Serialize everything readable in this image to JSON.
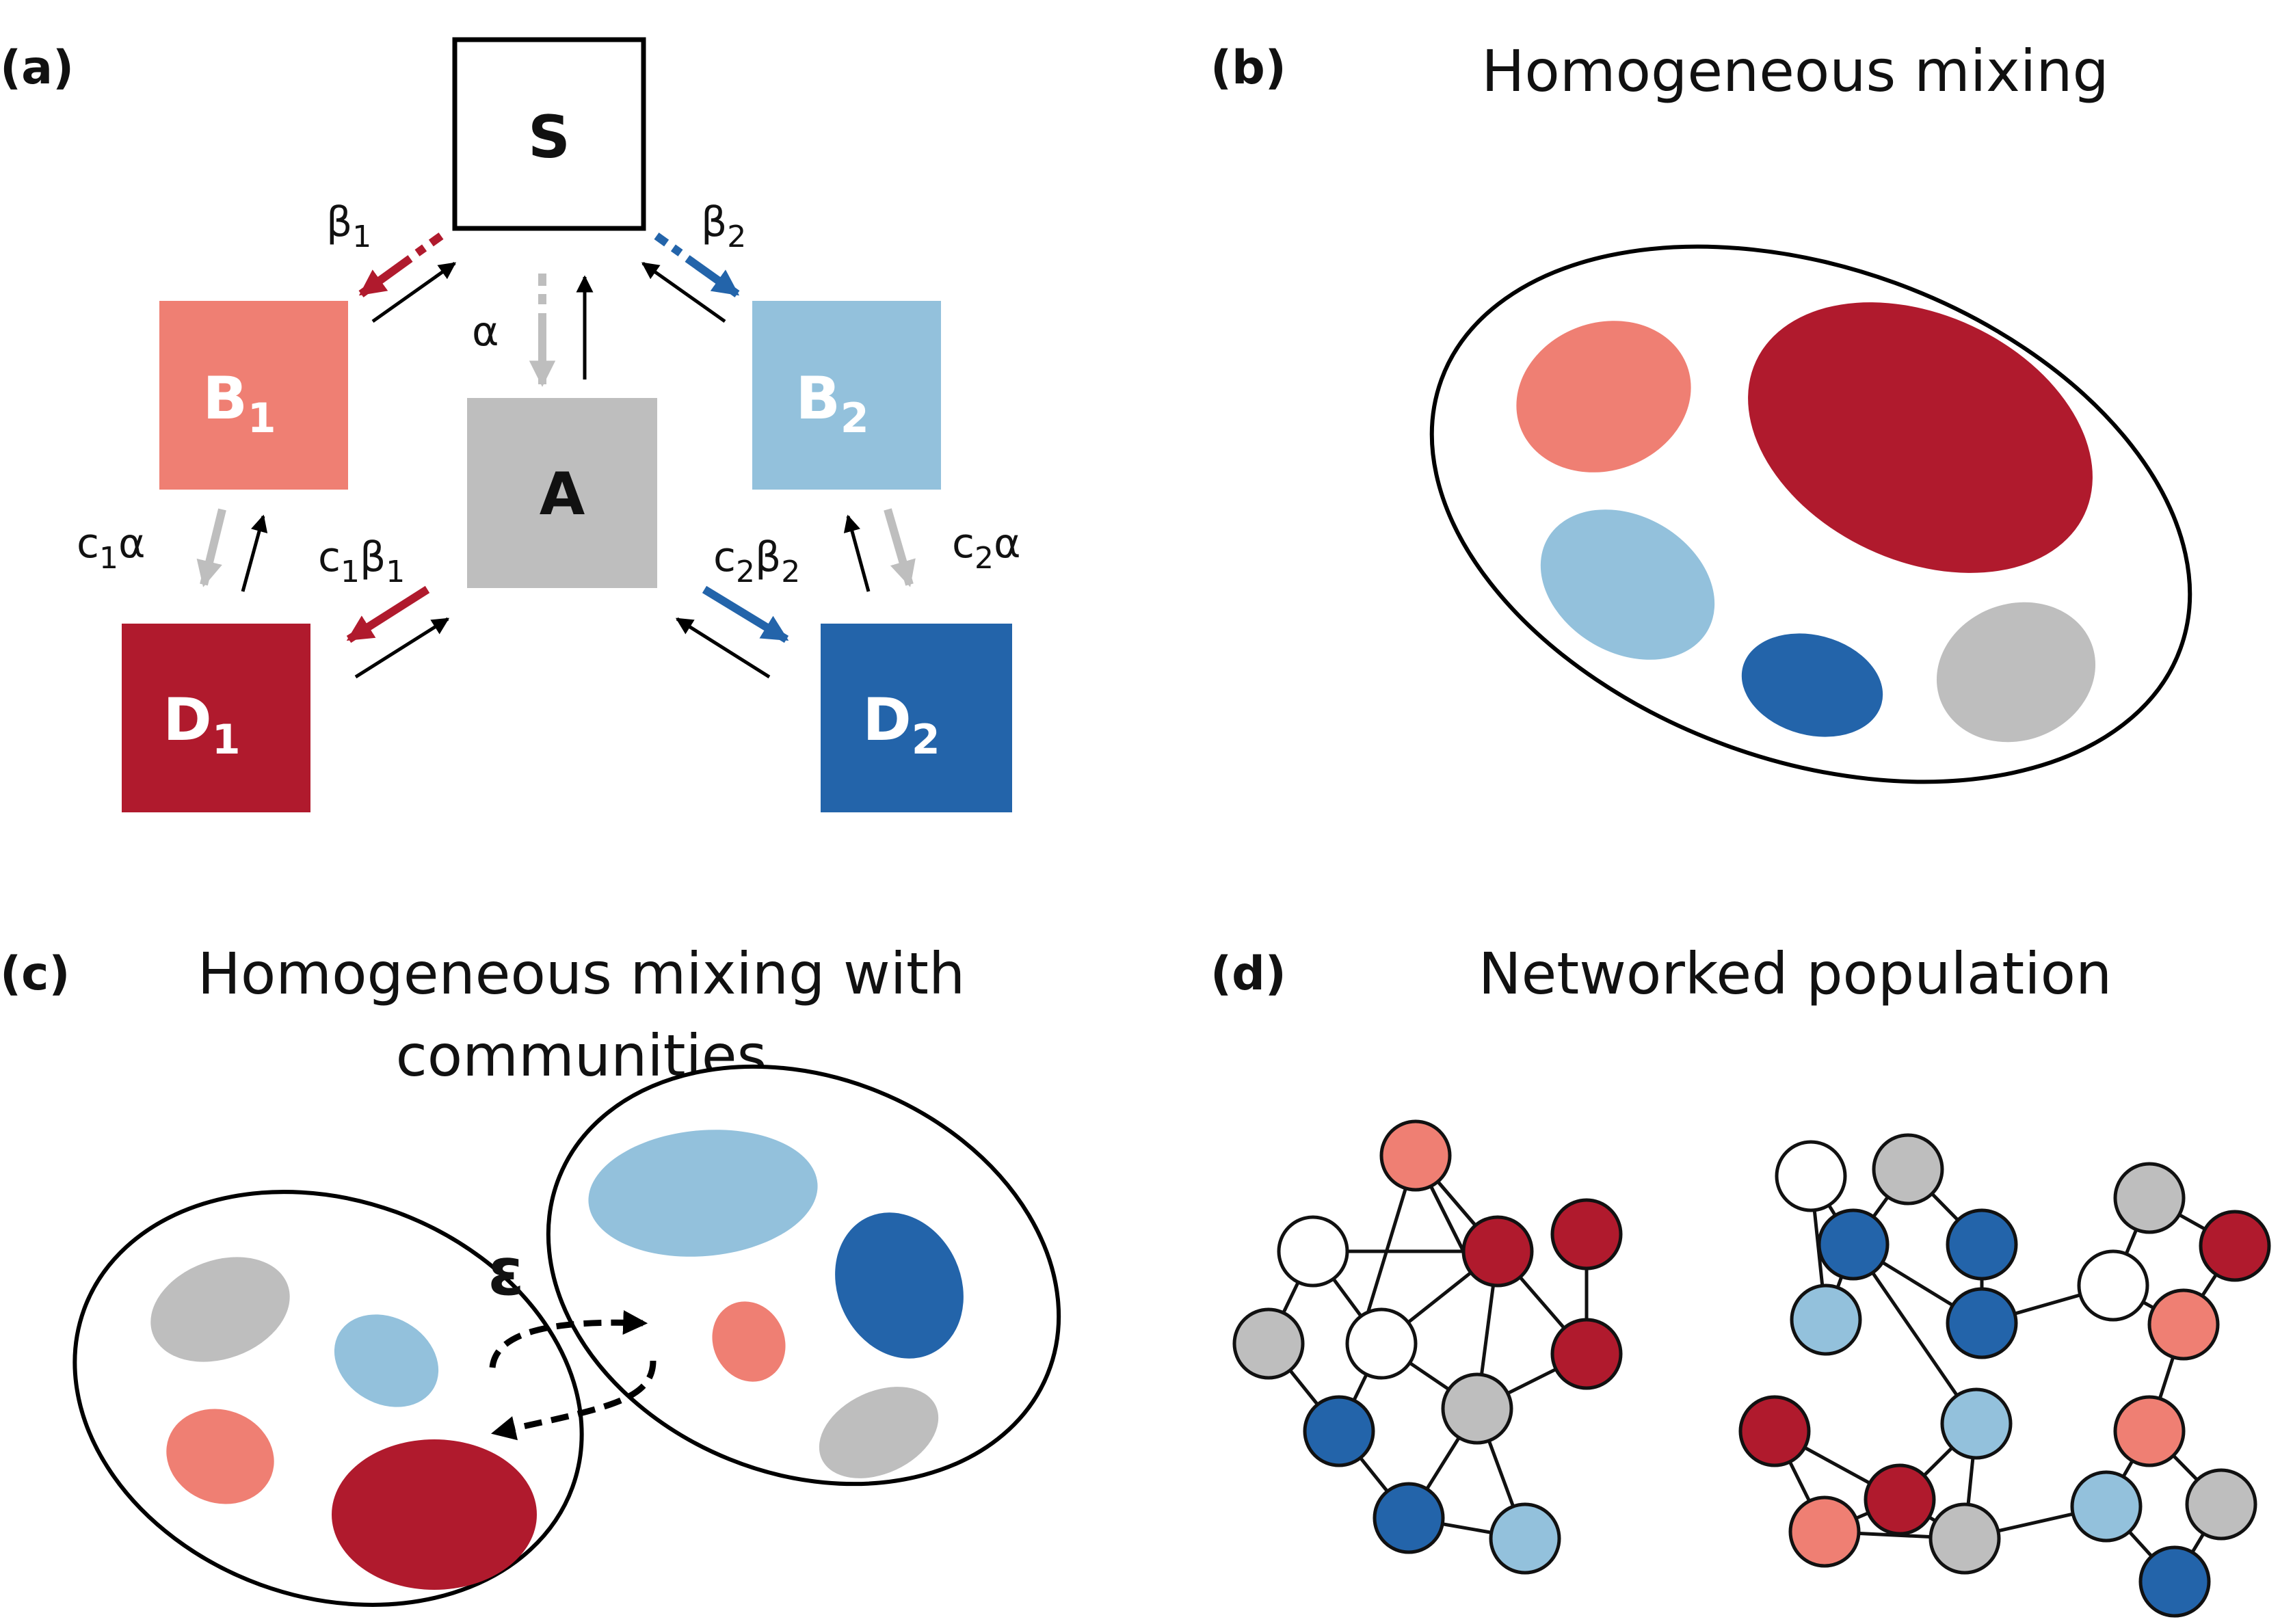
{
  "panels": {
    "a": {
      "letter": "(a)",
      "boxes": {
        "S": {
          "text": "S",
          "sub": ""
        },
        "A": {
          "text": "A",
          "sub": ""
        },
        "B1": {
          "text": "B",
          "sub": "1"
        },
        "B2": {
          "text": "B",
          "sub": "2"
        },
        "D1": {
          "text": "D",
          "sub": "1"
        },
        "D2": {
          "text": "D",
          "sub": "2"
        }
      },
      "rates": {
        "beta1": {
          "main": "β",
          "sub": "1"
        },
        "beta2": {
          "main": "β",
          "sub": "2"
        },
        "alpha": {
          "main": "α"
        },
        "c1alpha": {
          "a": "c",
          "sub": "1",
          "b": "α"
        },
        "c1beta1": {
          "a": "c",
          "sub": "1",
          "b": "β",
          "sub2": "1"
        },
        "c2beta2": {
          "a": "c",
          "sub": "2",
          "b": "β",
          "sub2": "2"
        },
        "c2alpha": {
          "a": "c",
          "sub": "2",
          "b": "α"
        }
      }
    },
    "b": {
      "letter": "(b)",
      "title": "Homogeneous mixing"
    },
    "c": {
      "letter": "(c)",
      "title_line1": "Homogeneous mixing with",
      "title_line2": "communities",
      "epsilon": "ε"
    },
    "d": {
      "letter": "(d)",
      "title": "Networked population"
    }
  },
  "colors": {
    "light_red": "#ef7f73",
    "dark_red": "#b01a2d",
    "light_blue": "#93c1dc",
    "dark_blue": "#2364aa",
    "gray": "#bebebe",
    "white": "#ffffff",
    "stroke": "#000000"
  }
}
